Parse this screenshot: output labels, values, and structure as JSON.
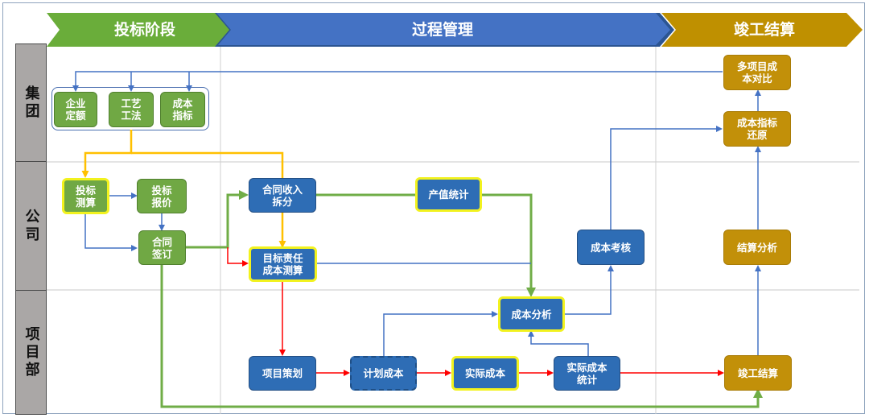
{
  "phases": [
    {
      "id": "bidding",
      "label": "投标阶段",
      "color": "#6aad3a"
    },
    {
      "id": "process",
      "label": "过程管理",
      "color": "#4472c4"
    },
    {
      "id": "completion",
      "label": "竣工结算",
      "color": "#bf9000"
    }
  ],
  "lanes": [
    {
      "id": "group",
      "label": "集团"
    },
    {
      "id": "company",
      "label": "公司"
    },
    {
      "id": "project",
      "label": "项目部"
    }
  ],
  "nodes": {
    "enterprise_quota": {
      "label": "企业\n定额",
      "lane": "group",
      "phase": "bidding",
      "style": "green"
    },
    "process_method": {
      "label": "工艺\n工法",
      "lane": "group",
      "phase": "bidding",
      "style": "green"
    },
    "cost_index": {
      "label": "成本\n指标",
      "lane": "group",
      "phase": "bidding",
      "style": "green"
    },
    "bid_estimate": {
      "label": "投标\n测算",
      "lane": "company",
      "phase": "bidding",
      "style": "green",
      "highlighted": true
    },
    "bid_quote": {
      "label": "投标\n报价",
      "lane": "company",
      "phase": "bidding",
      "style": "green"
    },
    "contract_signing": {
      "label": "合同\n签订",
      "lane": "company",
      "phase": "bidding",
      "style": "green"
    },
    "contract_revenue_split": {
      "label": "合同收入\n拆分",
      "lane": "company",
      "phase": "process",
      "style": "blue"
    },
    "target_cost_estimate": {
      "label": "目标责任\n成本测算",
      "lane": "company",
      "phase": "process",
      "style": "blue",
      "highlighted": true
    },
    "output_value_stats": {
      "label": "产值统计",
      "lane": "company",
      "phase": "process",
      "style": "blue",
      "highlighted": true
    },
    "cost_assessment": {
      "label": "成本考核",
      "lane": "company",
      "phase": "process",
      "style": "blue"
    },
    "cost_analysis": {
      "label": "成本分析",
      "lane": "project",
      "phase": "process",
      "style": "blue",
      "highlighted": true
    },
    "project_planning": {
      "label": "项目策划",
      "lane": "project",
      "phase": "process",
      "style": "blue"
    },
    "planned_cost": {
      "label": "计划成本",
      "lane": "project",
      "phase": "process",
      "style": "blue",
      "dashed": true
    },
    "actual_cost": {
      "label": "实际成本",
      "lane": "project",
      "phase": "process",
      "style": "blue",
      "highlighted": true
    },
    "actual_cost_stats": {
      "label": "实际成本\n统计",
      "lane": "project",
      "phase": "process",
      "style": "blue"
    },
    "multi_project_compare": {
      "label": "多项目成\n本对比",
      "lane": "group",
      "phase": "completion",
      "style": "gold"
    },
    "cost_index_restore": {
      "label": "成本指标\n还原",
      "lane": "group",
      "phase": "completion",
      "style": "gold"
    },
    "settlement_analysis": {
      "label": "结算分析",
      "lane": "company",
      "phase": "completion",
      "style": "gold"
    },
    "completion_settlement": {
      "label": "竣工结算",
      "lane": "project",
      "phase": "completion",
      "style": "gold"
    }
  },
  "edges": [
    {
      "from": "multi_project_compare",
      "to": "enterprise_quota",
      "color": "blue"
    },
    {
      "from": "multi_project_compare",
      "to": "process_method",
      "color": "blue"
    },
    {
      "from": "multi_project_compare",
      "to": "cost_index",
      "color": "blue"
    },
    {
      "from": "process_method",
      "to": "bid_estimate",
      "color": "yellow"
    },
    {
      "from": "process_method",
      "to": "target_cost_estimate",
      "color": "yellow"
    },
    {
      "from": "contract_revenue_split",
      "to": "target_cost_estimate",
      "color": "yellow"
    },
    {
      "from": "bid_estimate",
      "to": "bid_quote",
      "color": "blue"
    },
    {
      "from": "bid_quote",
      "to": "contract_signing",
      "color": "blue"
    },
    {
      "from": "bid_estimate",
      "to": "contract_signing",
      "color": "blue"
    },
    {
      "from": "contract_signing",
      "to": "contract_revenue_split",
      "color": "green"
    },
    {
      "from": "contract_signing",
      "to": "target_cost_estimate",
      "color": "red"
    },
    {
      "from": "contract_signing",
      "to": "completion_settlement",
      "color": "green"
    },
    {
      "from": "contract_revenue_split",
      "to": "output_value_stats",
      "color": "green"
    },
    {
      "from": "output_value_stats",
      "to": "cost_analysis",
      "color": "green"
    },
    {
      "from": "target_cost_estimate",
      "to": "cost_analysis",
      "color": "blue"
    },
    {
      "from": "target_cost_estimate",
      "to": "project_planning",
      "color": "red"
    },
    {
      "from": "project_planning",
      "to": "planned_cost",
      "color": "red"
    },
    {
      "from": "planned_cost",
      "to": "actual_cost",
      "color": "red"
    },
    {
      "from": "actual_cost",
      "to": "actual_cost_stats",
      "color": "red"
    },
    {
      "from": "actual_cost_stats",
      "to": "completion_settlement",
      "color": "red"
    },
    {
      "from": "planned_cost",
      "to": "cost_analysis",
      "color": "blue"
    },
    {
      "from": "actual_cost_stats",
      "to": "cost_analysis",
      "color": "blue"
    },
    {
      "from": "cost_analysis",
      "to": "cost_assessment",
      "color": "blue"
    },
    {
      "from": "cost_assessment",
      "to": "cost_index_restore",
      "color": "blue"
    },
    {
      "from": "completion_settlement",
      "to": "settlement_analysis",
      "color": "blue"
    },
    {
      "from": "settlement_analysis",
      "to": "cost_index_restore",
      "color": "blue"
    },
    {
      "from": "cost_index_restore",
      "to": "multi_project_compare",
      "color": "blue"
    }
  ],
  "colors": {
    "blue": "#4472c4",
    "yellow": "#ffc000",
    "green": "#70ad47",
    "red": "#ff0000"
  }
}
